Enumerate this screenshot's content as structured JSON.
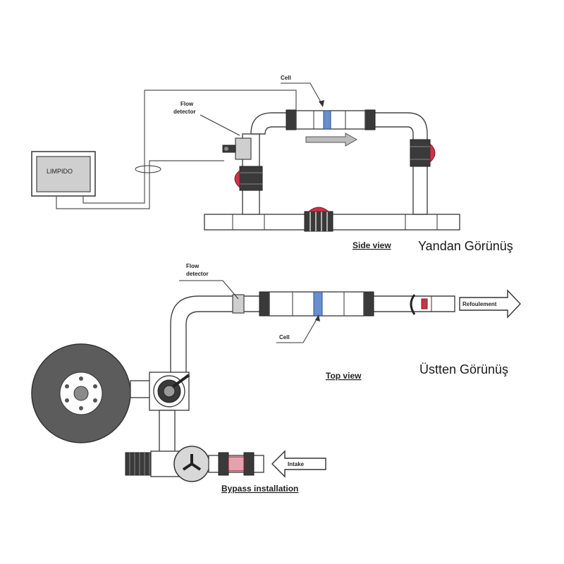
{
  "side_view": {
    "device_label": "LIMPIDO",
    "cell_label": "Cell",
    "flow_detector_line1": "Flow",
    "flow_detector_line2": "detector",
    "caption": "Side view",
    "caption_tr": "Yandan Görünüş"
  },
  "top_view": {
    "flow_detector_line1": "Flow",
    "flow_detector_line2": "detector",
    "cell_label": "Cell",
    "outlet_label": "Refoulement",
    "intake_label": "Intake",
    "caption": "Top view",
    "caption_tr": "Üstten Görünüş",
    "bypass_caption": "Bypass installation"
  },
  "colors": {
    "valve_red": "#c9344a",
    "cell_blue": "#6a8fd0",
    "device_grey": "#cfcfcf"
  }
}
